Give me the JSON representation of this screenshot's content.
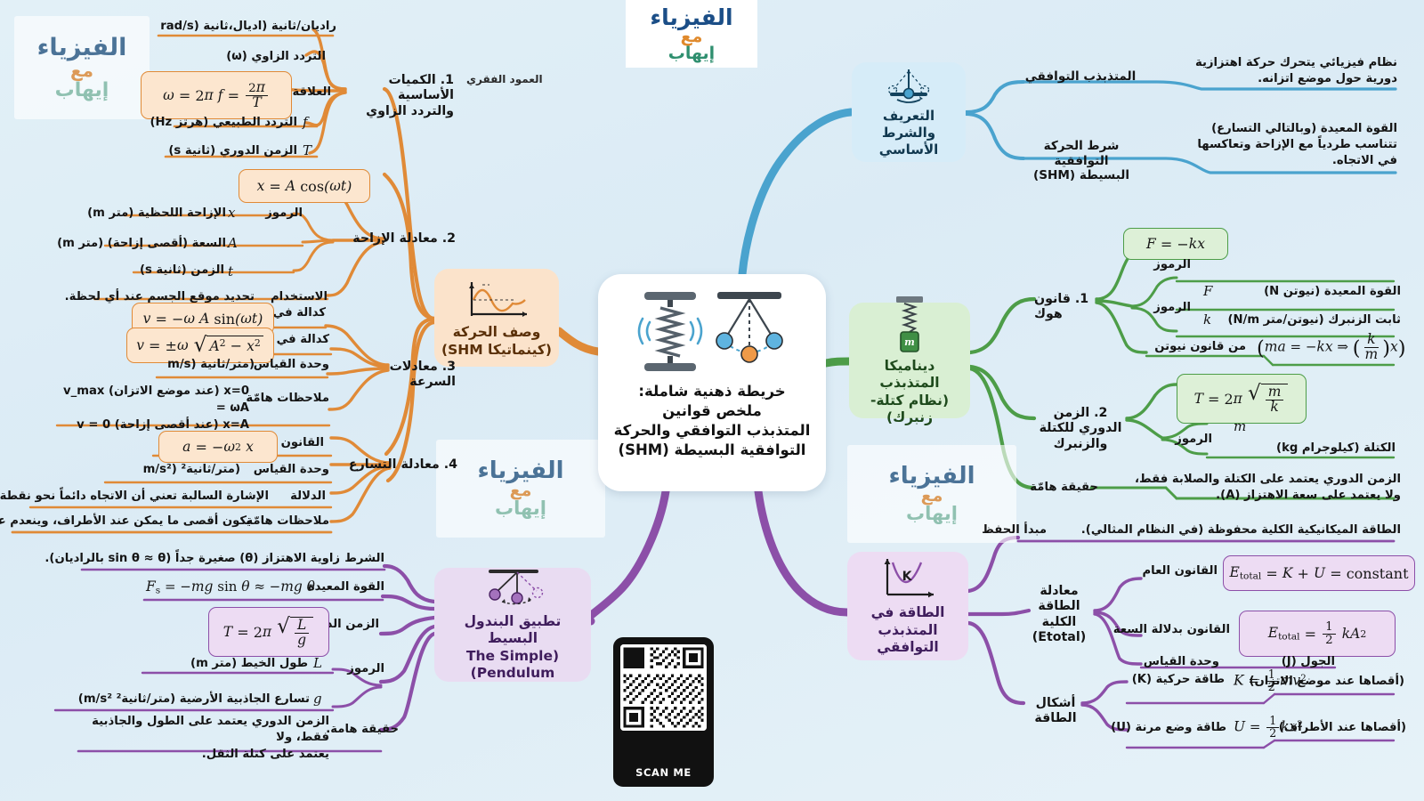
{
  "page": {
    "logo": {
      "line1": "الفيزياء",
      "line2": "مع",
      "line3": "إيهاب"
    },
    "watermark": {
      "top": "الفيزياء",
      "mid": "مع",
      "bottom": "إيهاب"
    },
    "backbone_note": "العمود الفقري",
    "qr": {
      "label": "SCAN ME"
    }
  },
  "center": {
    "title": "خريطة ذهنية شاملة:\nملخص قوانين\nالمتذبذب التوافقي والحركة\nالتوافقية البسيطة (SHM)",
    "lines": [
      "خريطة ذهنية شاملة:",
      "ملخص قوانين",
      "المتذبذب التوافقي والحركة",
      "التوافقية البسيطة (SHM)"
    ],
    "icon": "spring-and-pendulum-icon"
  },
  "colors": {
    "orange": "#e08a37",
    "blue": "#4aa3ce",
    "green": "#4d9d48",
    "purple_pendulum": "#8c4fa8",
    "purple_energy": "#8c4fa8",
    "background": "#e0eff7",
    "center_card": "#ffffff"
  },
  "branches": {
    "definition": {
      "title": "التعريف والشرط الأساسي",
      "title_lines": [
        "التعريف والشرط",
        "الأساسي"
      ],
      "color": "#4aa3ce",
      "icon": "pendulum-swing-icon",
      "items": [
        {
          "key": "المتذبذب التوافقي",
          "value_lines": [
            "نظام فيزيائي يتحرك حركة اهتزازية",
            "دورية حول موضع اتزانه."
          ]
        },
        {
          "key_lines": [
            "شرط الحركة التوافقية",
            "البسيطة (SHM)"
          ],
          "key": "شرط الحركة التوافقية البسيطة (SHM)",
          "value_lines": [
            "القوة المعيدة (وبالتالي التسارع)",
            "تتناسب طردياً مع الإزاحة وتعاكسها",
            "في الاتجاه."
          ]
        }
      ]
    },
    "kinematics": {
      "title": "وصف الحركة (كينماتيكا SHM)",
      "title_lines": [
        "وصف الحركة",
        "(كينماتيكا SHM)"
      ],
      "color": "#e08a37",
      "icon": "sine-wave-graph-icon",
      "groups": [
        {
          "label": "1. الكميات الأساسية والتردد الزاوي",
          "label_lines": [
            "1. الكميات الأساسية",
            "والتردد الزاوي"
          ],
          "items": [
            {
              "key": "",
              "value": "راديان/ثانية (اديال،ثانية (rad/s"
            },
            {
              "key": "",
              "value": "التردد الزاوي (ω)"
            },
            {
              "key": "العلاقة",
              "formula": "ω = 2π f = 2π/T",
              "chip": true
            },
            {
              "key": "",
              "symbol": "f",
              "value": "التردد الطبيعي (هرتز Hz)"
            },
            {
              "key": "",
              "symbol": "T",
              "value": "الزمن الدوري (ثانية s)"
            }
          ]
        },
        {
          "label": "2. معادلة الإزاحة",
          "formula_top": "x = A cos(ωt)",
          "items": [
            {
              "key": "الرموز",
              "symbol": "x",
              "value": "الإزاحة اللحظية (متر m)"
            },
            {
              "key": "",
              "symbol": "A",
              "value": "السعة (أقصى إزاحة) (متر m)"
            },
            {
              "key": "",
              "symbol": "t",
              "value": "الزمن (ثانية s)"
            },
            {
              "key": "الاستخدام",
              "value": "تحديد موقع الجسم عند أي لحظة."
            }
          ]
        },
        {
          "label": "3. معادلات السرعة",
          "items": [
            {
              "key": "كدالة في الزمن",
              "formula": "v = −ω A sin(ωt)",
              "chip": true
            },
            {
              "key": "كدالة في الموقع",
              "formula": "v = ±ω √(A² − x²)",
              "chip": true
            },
            {
              "key": "وحدة القياس",
              "value": "(متر/ثانية (m/s"
            },
            {
              "key": "ملاحظات هامّة",
              "value_lines": [
                "x=0 (عند موضع الاتزان) v_max = ωA",
                "x=A (عند أقصى إزاحة) v = 0"
              ]
            }
          ]
        },
        {
          "label": "4. معادلة التسارع",
          "items": [
            {
              "key": "القانون",
              "formula": "a = −ω² x",
              "chip": true
            },
            {
              "key": "وحدة القياس",
              "value": "(متر/ثانية² (m/s²"
            },
            {
              "key": "الدلالة",
              "value": "الإشارة السالبة تعني أن الاتجاه دائماً نحو نقطة الاتزان."
            },
            {
              "key": "ملاحظات هامّة",
              "value": "يكون أقصى ما يمكن عند الأطراف، وينعدم عند الاتزان."
            }
          ]
        }
      ]
    },
    "dynamics": {
      "title": "ديناميكا المتذبذب (نظام كتلة-زنبرك)",
      "title_lines": [
        "ديناميكا المتذبذب",
        "(نظام كتلة-زنبرك)"
      ],
      "color": "#4d9d48",
      "icon": "mass-spring-icon",
      "groups": [
        {
          "label": "1. قانون هوك",
          "formula_top": "F = −kx",
          "items": [
            {
              "key": "الرموز",
              "value": "الرموز"
            },
            {
              "key": "",
              "symbol": "F",
              "value": "القوة المعيدة (نيوتن N)"
            },
            {
              "key": "",
              "symbol": "k",
              "value": "ثابت الزنبرك (نيوتن/متر N/m)"
            },
            {
              "key": "من قانون نيوتن",
              "formula": "(ma = −kx ⇒ (k/m)x)"
            }
          ]
        },
        {
          "label": "2. الزمن الدوري للكتلة والزنبرك",
          "label_lines": [
            "2. الزمن الدوري للكتلة",
            "والزنبرك"
          ],
          "formula_top": "T = 2π √(m/k)",
          "items": [
            {
              "key": "الرموز",
              "symbol": "m",
              "value": "الكتلة (كيلوجرام kg)"
            },
            {
              "key": "حقيقة هامّة",
              "value_lines": [
                "الزمن الدوري يعتمد على الكتلة والصلابة فقط،",
                "ولا يعتمد على سعة الاهتزاز (A)."
              ]
            }
          ]
        }
      ]
    },
    "pendulum": {
      "title": "تطبيق البندول البسيط (The Simple Pendulum)",
      "title_lines": [
        "تطبيق البندول البسيط",
        "(The Simple",
        "Pendulum)"
      ],
      "color": "#8c4fa8",
      "icon": "simple-pendulum-icon",
      "items": [
        {
          "key": "الشرط",
          "value": "زاوية الاهتزاز (θ) صغيرة جداً (sin θ ≈ θ بالراديان)."
        },
        {
          "key": "القوة المعيدة",
          "formula": "F_s = −mg sin θ ≈ −mg θ"
        },
        {
          "key": "الزمن الدوري:",
          "formula": "T = 2π √(L/g)",
          "chip": true
        },
        {
          "key": "الرموز",
          "symbol": "L",
          "value": "طول الخيط (متر m)"
        },
        {
          "key": "",
          "symbol": "g",
          "value": "تسارع الجاذبية الأرضية (متر/ثانية² m/s²)"
        },
        {
          "key": "حقيقة هامة.",
          "value_lines": [
            "الزمن الدوري يعتمد على الطول والجاذبية فقط، ولا",
            "يعتمد على كتلة الثقل."
          ]
        }
      ]
    },
    "energy": {
      "title": "الطاقة في المتذبذب التوافقي",
      "title_lines": [
        "الطاقة في المتذبذب",
        "التوافقي"
      ],
      "color": "#8c4fa8",
      "icon": "energy-parabola-icon",
      "icon_label": "K",
      "items": [
        {
          "key": "مبدأ الحفظ",
          "value": "الطاقة الميكانيكية الكلية محفوظة (في النظام المثالي)."
        },
        {
          "key": "معادلة الطاقة الكلية (E_total)",
          "key_lines": [
            "معادلة الطاقة",
            "الكلية (Etotal)"
          ],
          "children": [
            {
              "key": "القانون العام",
              "formula": "E_total = K + U = constant",
              "chip": true
            },
            {
              "key": "القانون بدلالة السعة",
              "formula": "E_total = ½ kA²",
              "chip": true
            },
            {
              "key": "وحدة القياس",
              "value": "الجول (J)"
            }
          ]
        },
        {
          "key": "أشكال الطاقة",
          "children": [
            {
              "key": "طاقة حركية (K)",
              "formula": "K = ½ mv²",
              "note": "(أقصاها عند موضع الاتزان)"
            },
            {
              "key": "طاقة وضع مرنة (U)",
              "formula": "U = ½ kx²",
              "note": "(أقصاها عند الأطراف)"
            }
          ]
        }
      ]
    }
  }
}
